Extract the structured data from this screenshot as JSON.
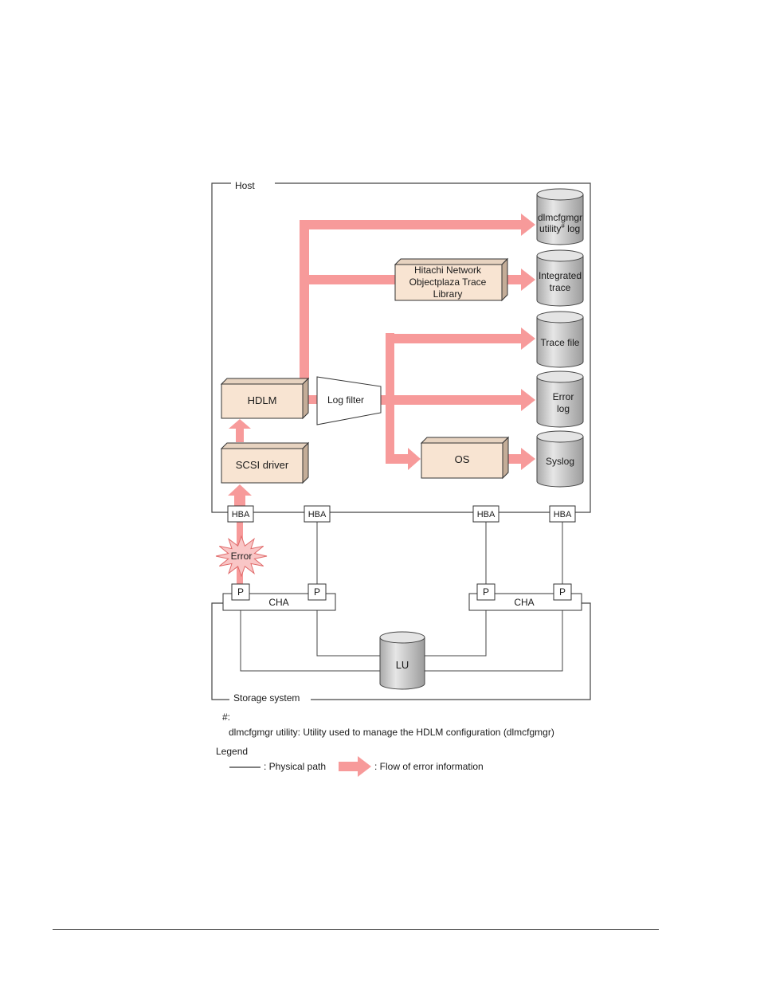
{
  "host": {
    "label": "Host"
  },
  "storage": {
    "label": "Storage system"
  },
  "components": {
    "hdlm": "HDLM",
    "scsi_driver": "SCSI driver",
    "log_filter": "Log filter",
    "hntrlib": [
      "Hitachi Network",
      "Objectplaza Trace",
      "Library"
    ],
    "os": "OS"
  },
  "logs": {
    "dlmcfgmgr": [
      "dlmcfgmgr",
      "utility",
      "#",
      " log"
    ],
    "integrated_trace": [
      "Integrated",
      "trace"
    ],
    "trace_file": "Trace file",
    "error_log": [
      "Error",
      "log"
    ],
    "syslog": "Syslog"
  },
  "hba_label": "HBA",
  "port_label": "P",
  "cha_label": "CHA",
  "lu_label": "LU",
  "error_label": "Error",
  "note": {
    "mark": "#:",
    "text": "dlmcfgmgr utility: Utility used to manage the HDLM configuration (dlmcfgmgr)"
  },
  "legend": {
    "title": "Legend",
    "physical_path": ": Physical path",
    "error_flow": ": Flow of error information"
  },
  "colors": {
    "flow": "#f79a9a",
    "box_front": "#f8e4d2",
    "box_side": "#c4ad98",
    "line": "#444444",
    "cylinder": "#cfcfcf"
  }
}
